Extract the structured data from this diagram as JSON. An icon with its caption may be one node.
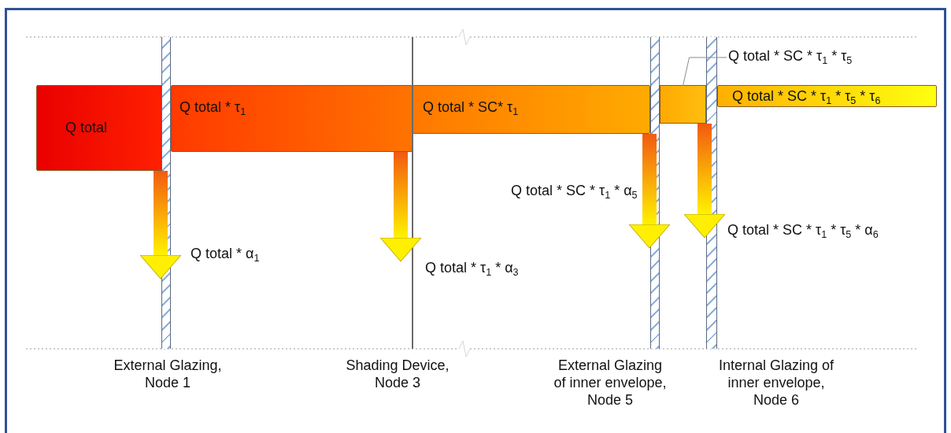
{
  "diagram": {
    "nodes": [
      {
        "text": [
          "Q total"
        ]
      },
      {
        "text": [
          "Q total * τ$_{1}$"
        ]
      },
      {
        "text": [
          "Q total * SC* τ$_{1}$"
        ]
      },
      {
        "text": [
          "Q total * SC * τ$_{1}$ * τ$_{5}$ * τ$_{6}$"
        ]
      },
      {
        "text": [
          "Q total * SC * τ$_{1}$ * τ$_{5}$"
        ]
      },
      {
        "text": [],
        "shape": "bar",
        "beside": [
          "External Glazing, Node 1"
        ]
      },
      {
        "text": [],
        "shape": "bar",
        "beside": [
          "Shading Device, Node 3"
        ]
      },
      {
        "text": [],
        "shape": "bar",
        "beside": [
          "External Glazing of inner envelope, Node 5"
        ]
      },
      {
        "text": [],
        "shape": "bar"
      },
      {
        "text": [],
        "shape": "bar",
        "beside": [
          "Internal Glazing of inner envelope, Node 6"
        ]
      }
    ],
    "edges": [
      {
        "from": 4,
        "to": 8,
        "arrow": "none"
      },
      {
        "from": 0,
        "to": 5,
        "arrow": "to",
        "label": "Q total * α$_{1}$"
      },
      {
        "from": 1,
        "to": 6,
        "arrow": "to",
        "label": "Q total * τ$_{1}$ * α$_{3}$"
      },
      {
        "from": 2,
        "to": 7,
        "arrow": "to",
        "label": "Q total * SC * τ$_{1}$ * α$_{5}$"
      },
      {
        "from": 8,
        "to": 9,
        "arrow": "to",
        "label": "Q total * SC * τ$_{1}$ * τ$_{5}$ * α$_{6}$"
      }
    ]
  }
}
